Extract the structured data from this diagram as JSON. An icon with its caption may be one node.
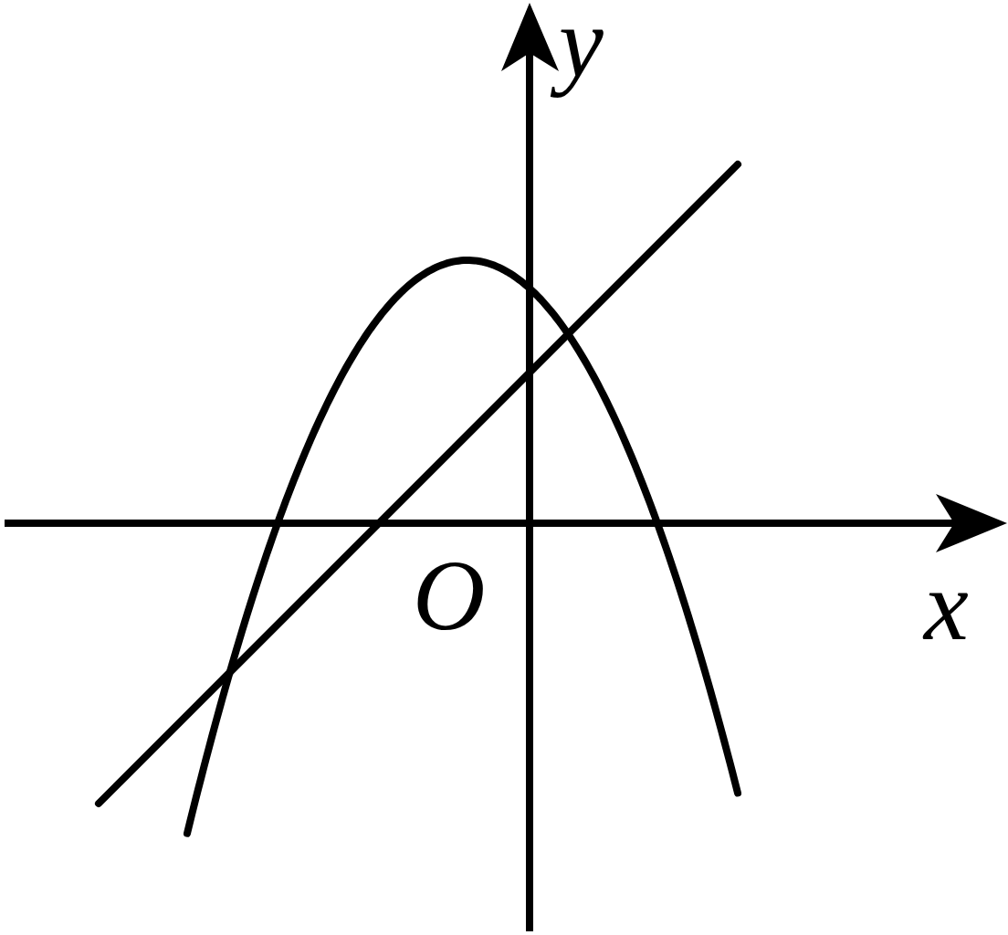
{
  "diagram": {
    "labels": [
      "y",
      "x",
      "O"
    ]
  }
}
